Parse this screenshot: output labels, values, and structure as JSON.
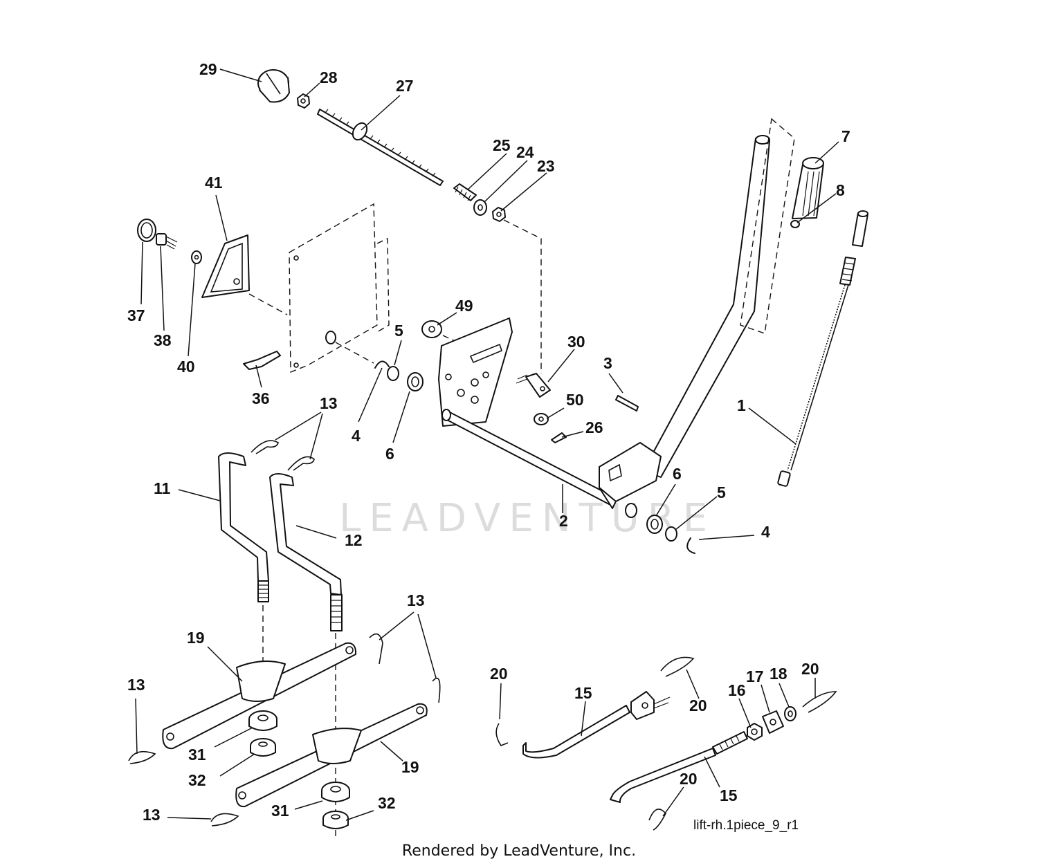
{
  "diagram": {
    "figure_id": "lift-rh.1piece_9_r1",
    "watermark": "LEADVENTURE",
    "footer": "Rendered by LeadVenture, Inc.",
    "callouts": [
      {
        "id": "c29",
        "label": "29"
      },
      {
        "id": "c28",
        "label": "28"
      },
      {
        "id": "c27",
        "label": "27"
      },
      {
        "id": "c25",
        "label": "25"
      },
      {
        "id": "c24",
        "label": "24"
      },
      {
        "id": "c23",
        "label": "23"
      },
      {
        "id": "c7",
        "label": "7"
      },
      {
        "id": "c8",
        "label": "8"
      },
      {
        "id": "c41",
        "label": "41"
      },
      {
        "id": "c37",
        "label": "37"
      },
      {
        "id": "c38",
        "label": "38"
      },
      {
        "id": "c40",
        "label": "40"
      },
      {
        "id": "c49",
        "label": "49"
      },
      {
        "id": "c5a",
        "label": "5"
      },
      {
        "id": "c30",
        "label": "30"
      },
      {
        "id": "c3",
        "label": "3"
      },
      {
        "id": "c36",
        "label": "36"
      },
      {
        "id": "c13a",
        "label": "13"
      },
      {
        "id": "c4a",
        "label": "4"
      },
      {
        "id": "c6a",
        "label": "6"
      },
      {
        "id": "c50",
        "label": "50"
      },
      {
        "id": "c26",
        "label": "26"
      },
      {
        "id": "c1",
        "label": "1"
      },
      {
        "id": "c11",
        "label": "11"
      },
      {
        "id": "c2",
        "label": "2"
      },
      {
        "id": "c6b",
        "label": "6"
      },
      {
        "id": "c5b",
        "label": "5"
      },
      {
        "id": "c4b",
        "label": "4"
      },
      {
        "id": "c12",
        "label": "12"
      },
      {
        "id": "c13b",
        "label": "13"
      },
      {
        "id": "c19a",
        "label": "19"
      },
      {
        "id": "c13c",
        "label": "13"
      },
      {
        "id": "c20a",
        "label": "20"
      },
      {
        "id": "c15a",
        "label": "15"
      },
      {
        "id": "c20b",
        "label": "20"
      },
      {
        "id": "c16",
        "label": "16"
      },
      {
        "id": "c17",
        "label": "17"
      },
      {
        "id": "c18",
        "label": "18"
      },
      {
        "id": "c20c",
        "label": "20"
      },
      {
        "id": "c31a",
        "label": "31"
      },
      {
        "id": "c32a",
        "label": "32"
      },
      {
        "id": "c19b",
        "label": "19"
      },
      {
        "id": "c20d",
        "label": "20"
      },
      {
        "id": "c15b",
        "label": "15"
      },
      {
        "id": "c13d",
        "label": "13"
      },
      {
        "id": "c31b",
        "label": "31"
      },
      {
        "id": "c32b",
        "label": "32"
      }
    ]
  }
}
